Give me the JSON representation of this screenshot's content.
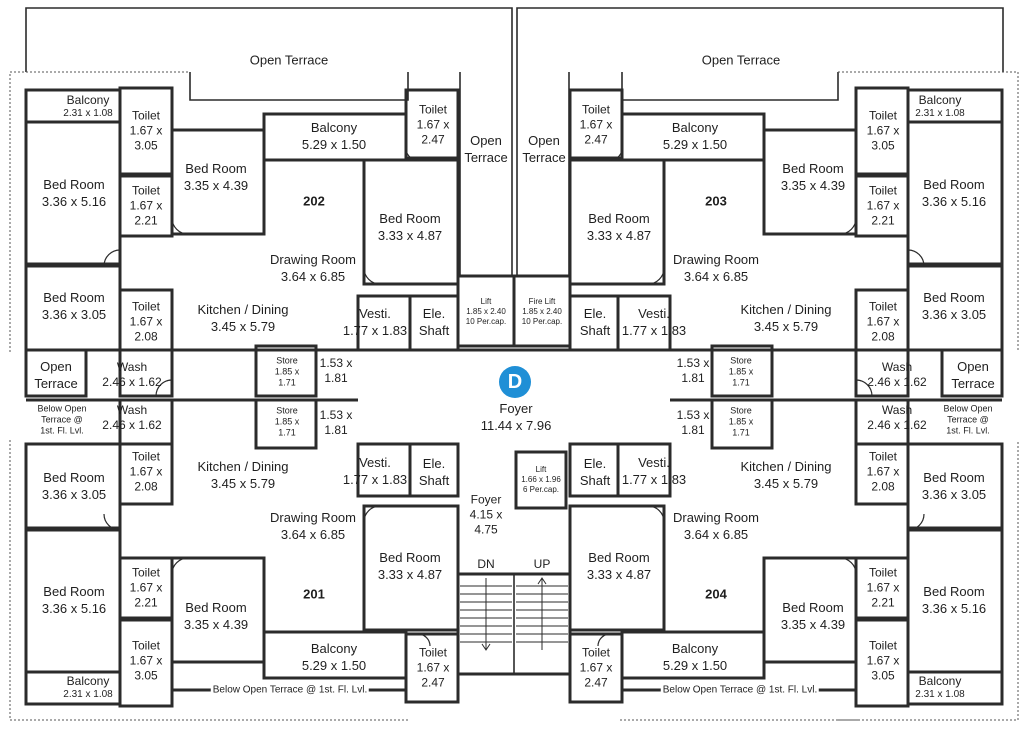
{
  "badge": "D",
  "terraces": {
    "top_left": "Open Terrace",
    "top_right": "Open Terrace",
    "open_terrace_1": "Open",
    "open_terrace_2": "Terrace",
    "below_open_terrace": "Below Open Terrace @ 1st. Fl. Lvl.",
    "side_below_1": "Below Open",
    "side_below_2": "Terrace @",
    "side_below_3": "1st. Fl. Lvl."
  },
  "core": {
    "foyer_main": {
      "name": "Foyer",
      "dim": "11.44 x 7.96"
    },
    "foyer_small": {
      "name": "Foyer",
      "dim1": "4.15 x",
      "dim2": "4.75"
    },
    "lift": {
      "name": "Lift",
      "dim": "1.85 x 2.40",
      "cap": "10 Per.cap."
    },
    "fire_lift": {
      "name": "Fire  Lift",
      "dim": "1.85 x 2.40",
      "cap": "10 Per.cap."
    },
    "lift_small": {
      "name": "Lift",
      "dim": "1.66 x 1.96",
      "cap": "6 Per.cap."
    },
    "stair_dn": "DN",
    "stair_up": "UP"
  },
  "rooms": {
    "balcony": "Balcony",
    "balcony_small_dim": "2.31 x 1.08",
    "balcony_large_dim": "5.29 x 1.50",
    "toilet": "Toilet",
    "toilet_dim1": "1.67 x",
    "toilet_a": "3.05",
    "toilet_b": "2.21",
    "toilet_c": "2.08",
    "toilet_d": "2.47",
    "bed_room": "Bed Room",
    "bed_a": "3.36 x 5.16",
    "bed_b": "3.35 x 4.39",
    "bed_c": "3.33 x 4.87",
    "bed_d": "3.36 x 3.05",
    "drawing": "Drawing Room",
    "drawing_dim": "3.64 x 6.85",
    "kitchen": "Kitchen / Dining",
    "kitchen_dim": "3.45 x 5.79",
    "vesti": "Vesti.",
    "vesti_dim": "1.77 x 1.83",
    "ele": "Ele.",
    "shaft": "Shaft",
    "store": "Store",
    "store_dim1": "1.85 x",
    "store_dim2": "1.71",
    "passage_dim1": "1.53 x",
    "passage_dim2": "1.81",
    "wash": "Wash",
    "wash_dim": "2.46 x 1.62"
  },
  "units": {
    "u201": "201",
    "u202": "202",
    "u203": "203",
    "u204": "204"
  }
}
